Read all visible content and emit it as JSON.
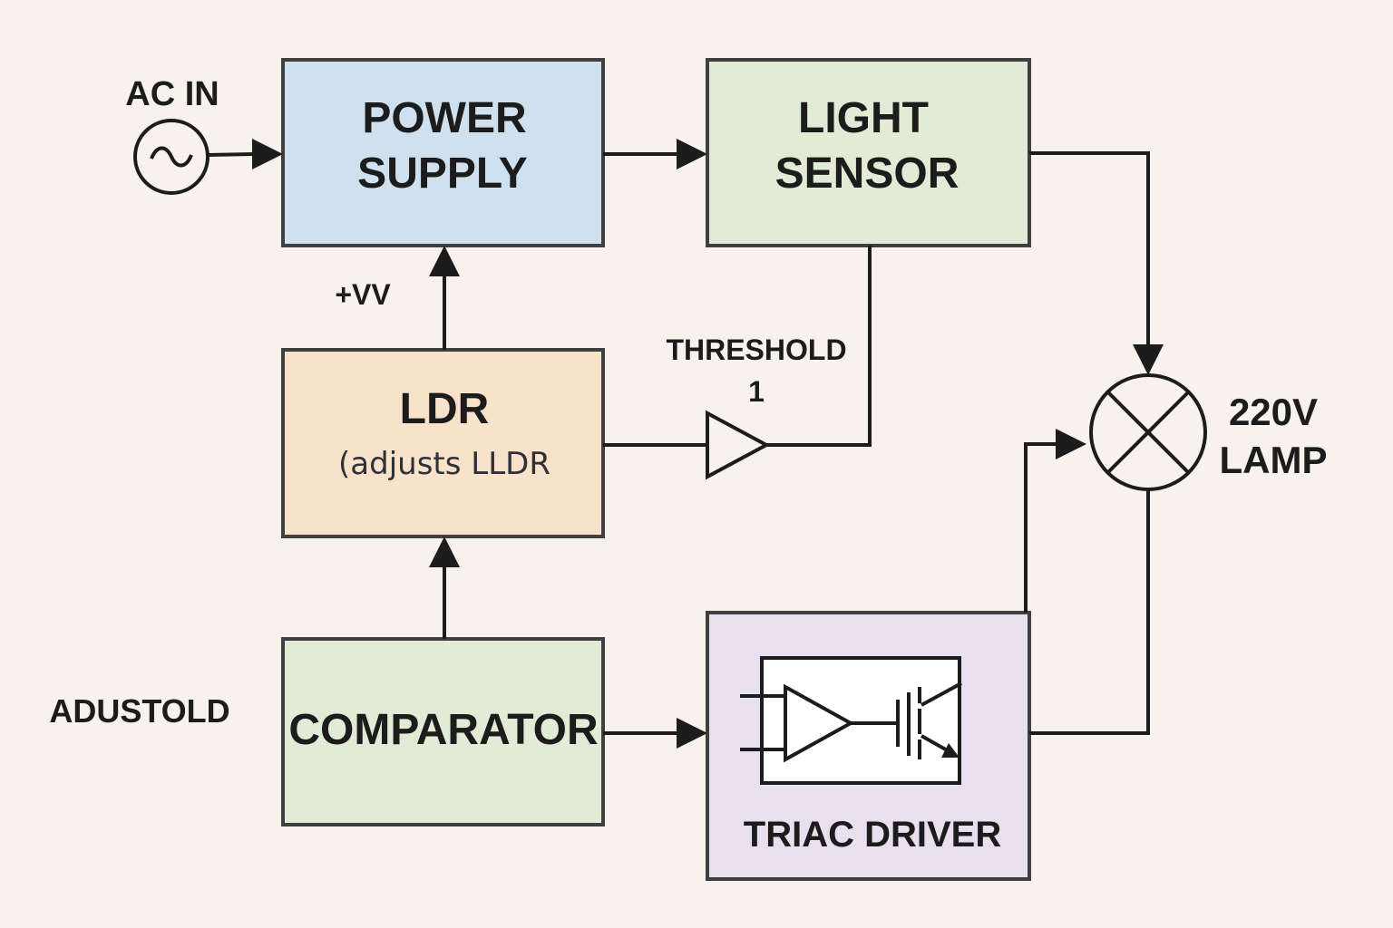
{
  "diagram": {
    "input_label": "AC IN",
    "blocks": {
      "power_supply": {
        "line1": "POWER",
        "line2": "SUPPLY",
        "color": "#cfe0ef"
      },
      "light_sensor": {
        "line1": "LIGHT",
        "line2": "SENSOR",
        "color": "#e2ebd6"
      },
      "ldr": {
        "line1": "LDR",
        "line2": "(adjusts LLDR",
        "color": "#f8e3ca"
      },
      "comparator": {
        "label": "COMPARATOR",
        "color": "#e2ebd6"
      },
      "triac_driver": {
        "label": "TRIAC DRIVER",
        "color": "#e8e0ee"
      }
    },
    "labels": {
      "supply_voltage": "+VV",
      "threshold_line1": "THRESHOLD",
      "threshold_line2": "1",
      "side_label": "ADUSTOLD",
      "lamp_line1": "220V",
      "lamp_line2": "LAMP"
    },
    "icons": [
      "ac-source-icon",
      "buffer-amplifier-icon",
      "lamp-icon",
      "optocoupler-icon",
      "arrow-head-icon"
    ]
  }
}
